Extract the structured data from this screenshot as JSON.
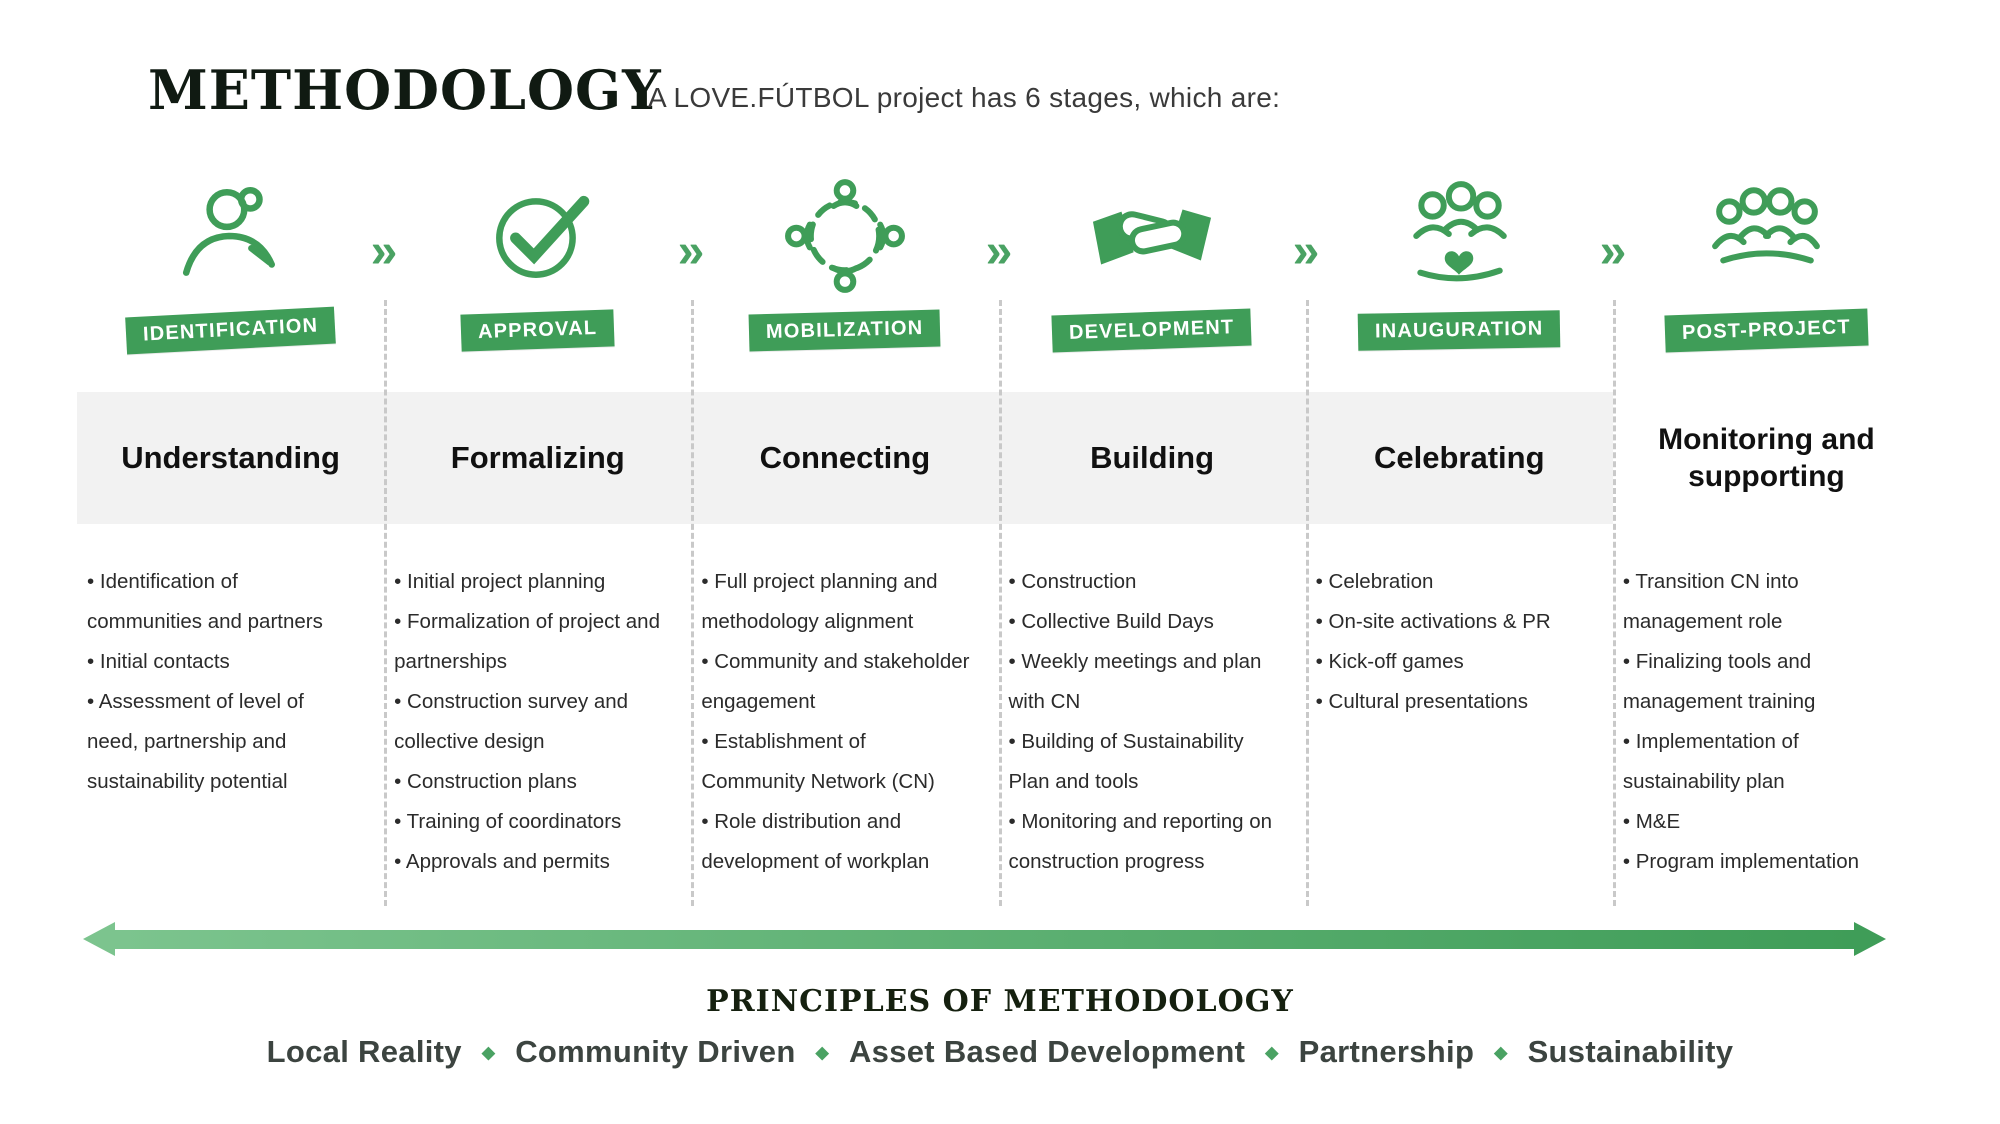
{
  "colors": {
    "green": "#3f9d58",
    "green_light": "#7cc48e",
    "band_gray": "#f2f2f2",
    "text_dark": "#101a12"
  },
  "header": {
    "title": "METHODOLOGY",
    "subtitle": "A LOVE.FÚTBOL project has 6 stages, which are:"
  },
  "chevron_glyph": "»",
  "stages": [
    {
      "badge": "IDENTIFICATION",
      "icon": "person-presenting-icon",
      "phase": "Understanding",
      "bullets": [
        "Identification of communities and partners",
        "Initial contacts",
        "Assessment of level of need, partnership and sustainability potential"
      ]
    },
    {
      "badge": "APPROVAL",
      "icon": "checkmark-icon",
      "phase": "Formalizing",
      "bullets": [
        "Initial project planning",
        "Formalization of project and partnerships",
        "Construction survey and collective design",
        "Construction plans",
        "Training of coordinators",
        "Approvals and permits"
      ]
    },
    {
      "badge": "MOBILIZATION",
      "icon": "community-circle-icon",
      "phase": "Connecting",
      "bullets": [
        "Full project planning and methodology alignment",
        "Community and stakeholder engagement",
        "Establishment of Community Network (CN)",
        "Role distribution and development of workplan"
      ]
    },
    {
      "badge": "DEVELOPMENT",
      "icon": "handshake-icon",
      "phase": "Building",
      "bullets": [
        "Construction",
        "Collective Build Days",
        "Weekly meetings and plan with CN",
        "Building of Sustainability Plan and tools",
        "Monitoring and reporting on construction progress"
      ]
    },
    {
      "badge": "INAUGURATION",
      "icon": "celebration-people-icon",
      "phase": "Celebrating",
      "bullets": [
        "Celebration",
        "On-site activations & PR",
        "Kick-off games",
        "Cultural presentations"
      ]
    },
    {
      "badge": "POST-PROJECT",
      "icon": "team-arm-in-arm-icon",
      "phase": "Monitoring and supporting",
      "bullets": [
        "Transition CN into management role",
        "Finalizing tools and management training",
        "Implementation of sustainability plan",
        "M&E",
        "Program implementation"
      ]
    }
  ],
  "footer": {
    "principles_title": "PRINCIPLES OF METHODOLOGY",
    "separator_glyph": "◆",
    "principles": [
      "Local Reality",
      "Community Driven",
      "Asset Based Development",
      "Partnership",
      "Sustainability"
    ]
  }
}
